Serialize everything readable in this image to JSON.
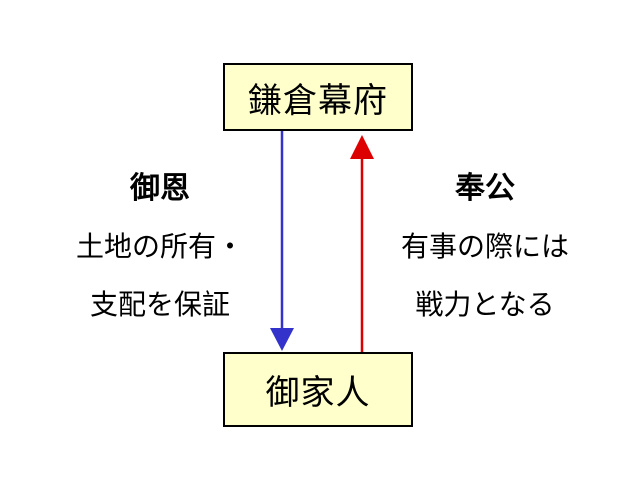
{
  "colors": {
    "box_fill": "#ffffcc",
    "box_border": "#000000",
    "down_arrow": "#3333cc",
    "up_arrow": "#dd0000"
  },
  "nodes": {
    "top": "鎌倉幕府",
    "bottom": "御家人"
  },
  "left_label": {
    "title": "御恩",
    "lines": [
      "土地の所有・",
      "支配を保証"
    ]
  },
  "right_label": {
    "title": "奉公",
    "lines": [
      "有事の際には",
      "戦力となる"
    ]
  }
}
